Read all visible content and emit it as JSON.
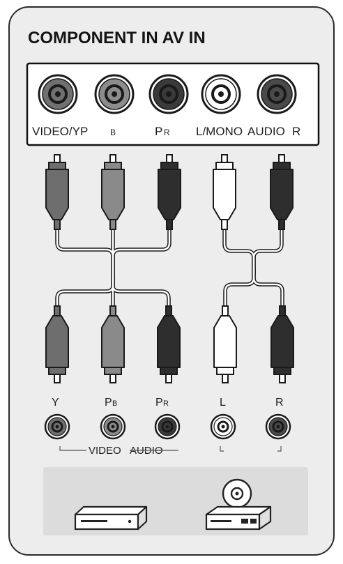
{
  "title": "COMPONENT IN AV IN",
  "top_panel": {
    "labels": {
      "video_yp": "VIDEO/YP",
      "pb_sub": "B",
      "pr_main": "P",
      "pr_sub": "R",
      "l_mono": "L/MONO",
      "audio": "AUDIO",
      "r": "R"
    },
    "jacks": [
      {
        "id": "video-yp",
        "color": "#707070"
      },
      {
        "id": "pb",
        "color": "#8c8c8c"
      },
      {
        "id": "pr",
        "color": "#3a3a3a"
      },
      {
        "id": "l-mono",
        "color": "#ffffff"
      },
      {
        "id": "r",
        "color": "#4a4a4a"
      }
    ]
  },
  "bottom_panel": {
    "labels": {
      "y": "Y",
      "pb_main": "P",
      "pb_sub": "B",
      "pr_main": "P",
      "pr_sub": "R",
      "l": "L",
      "r": "R",
      "video": "VIDEO",
      "audio": "AUDIO"
    },
    "jacks": [
      {
        "id": "y",
        "color": "#707070"
      },
      {
        "id": "pb",
        "color": "#8c8c8c"
      },
      {
        "id": "pr",
        "color": "#3a3a3a"
      },
      {
        "id": "l",
        "color": "#ffffff"
      },
      {
        "id": "r",
        "color": "#4a4a4a"
      }
    ]
  },
  "plugs": {
    "top": [
      "#6e6e6e",
      "#8a8a8a",
      "#2e2e2e",
      "#ffffff",
      "#2e2e2e"
    ],
    "bottom": [
      "#6e6e6e",
      "#8a8a8a",
      "#2e2e2e",
      "#ffffff",
      "#2e2e2e"
    ]
  },
  "devices": [
    {
      "name": "dvd-player-icon"
    },
    {
      "name": "disc-player-icon"
    }
  ]
}
